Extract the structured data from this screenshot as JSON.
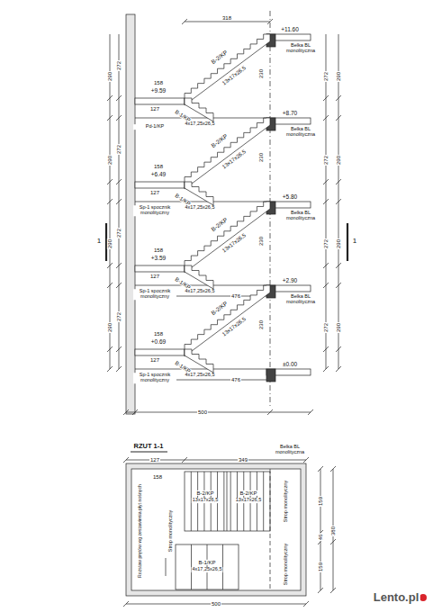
{
  "diagram": {
    "labels": [
      "318",
      "+11.60",
      "Belka BL monolityczna",
      "B-2/KP",
      "13x17x26,5",
      "272",
      "290",
      "230",
      "+9.59",
      "158",
      "127",
      "B-1/KP",
      "4x17,25x26,5",
      "Pd-1/KP",
      "+8.70",
      "290",
      "272",
      "Belka BL monolityczna",
      "B-2/KP",
      "13x17x26,5",
      "272",
      "290",
      "230",
      "+6.49",
      "158",
      "127",
      "B-1/KP",
      "4x17,25x26,5",
      "Sp-1 spocznik monolityczny",
      "+5.80",
      "290",
      "272",
      "Belka BL monolityczna",
      "B-2/KP",
      "13x17x26,5",
      "272",
      "290",
      "230",
      "+3.59",
      "158",
      "127",
      "B-1/KP",
      "4x17,25x26,5",
      "Sp-1 spocznik monolityczny",
      "+2.90",
      "290",
      "272",
      "Belka BL monolityczna",
      "B-2/KP",
      "13x17x26,5",
      "272",
      "290",
      "230",
      "+0.69",
      "158",
      "127",
      "B-1/KP",
      "4x17,25x26,5",
      "Sp-1 spocznik monolityczny",
      "±0.00",
      "290",
      "272",
      "476",
      "476",
      "1",
      "1",
      "500",
      "RZUT 1-1",
      "127",
      "349",
      "Belka BL monolityczna",
      "158",
      "B-2/KP",
      "13x17x26,5",
      "B-2/KP",
      "13x17x26,5",
      "Strop monolityczny",
      "Strop monolityczny",
      "159",
      "46",
      "380",
      "B-1/KP",
      "4x17,25x26,5",
      "Strop monolityczny",
      "159",
      "Rozstaw prętów wg zestawienia płyt nośnych",
      "500",
      "Lento.pl"
    ]
  }
}
